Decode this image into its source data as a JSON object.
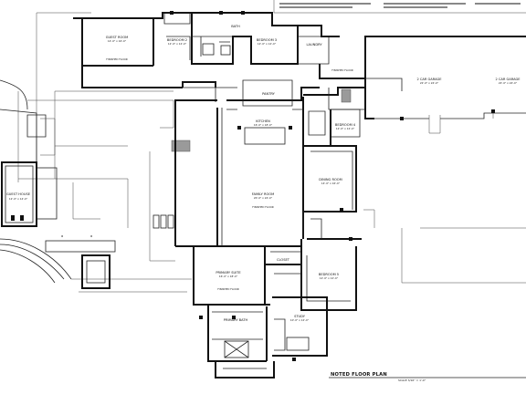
{
  "drawing": {
    "title": "NOTED FLOOR PLAN",
    "scale_note": "SCALE 3/16\" = 1'-0\""
  },
  "rooms": {
    "guest_room_a": "GUEST ROOM",
    "bedroom_2": "BEDROOM 2",
    "bath_top": "BATH",
    "bedroom_3": "BEDROOM 3",
    "laundry": "LAUNDRY",
    "finished_floor": "FINISHED FLOOR",
    "garage_1": "2 CAR GARAGE",
    "garage_2": "2 CAR GARAGE",
    "pantry": "PANTRY",
    "kitchen": "KITCHEN",
    "bedroom_4": "BEDROOM 4",
    "family_room": "FAMILY ROOM",
    "dining_room": "DINING ROOM",
    "guest_house": "GUEST HOUSE",
    "primary_suite": "PRIMARY SUITE",
    "primary_bath": "PRIMARY BATH",
    "study": "STUDY",
    "closet": "CLOSET",
    "bedroom_5": "BEDROOM 5"
  }
}
